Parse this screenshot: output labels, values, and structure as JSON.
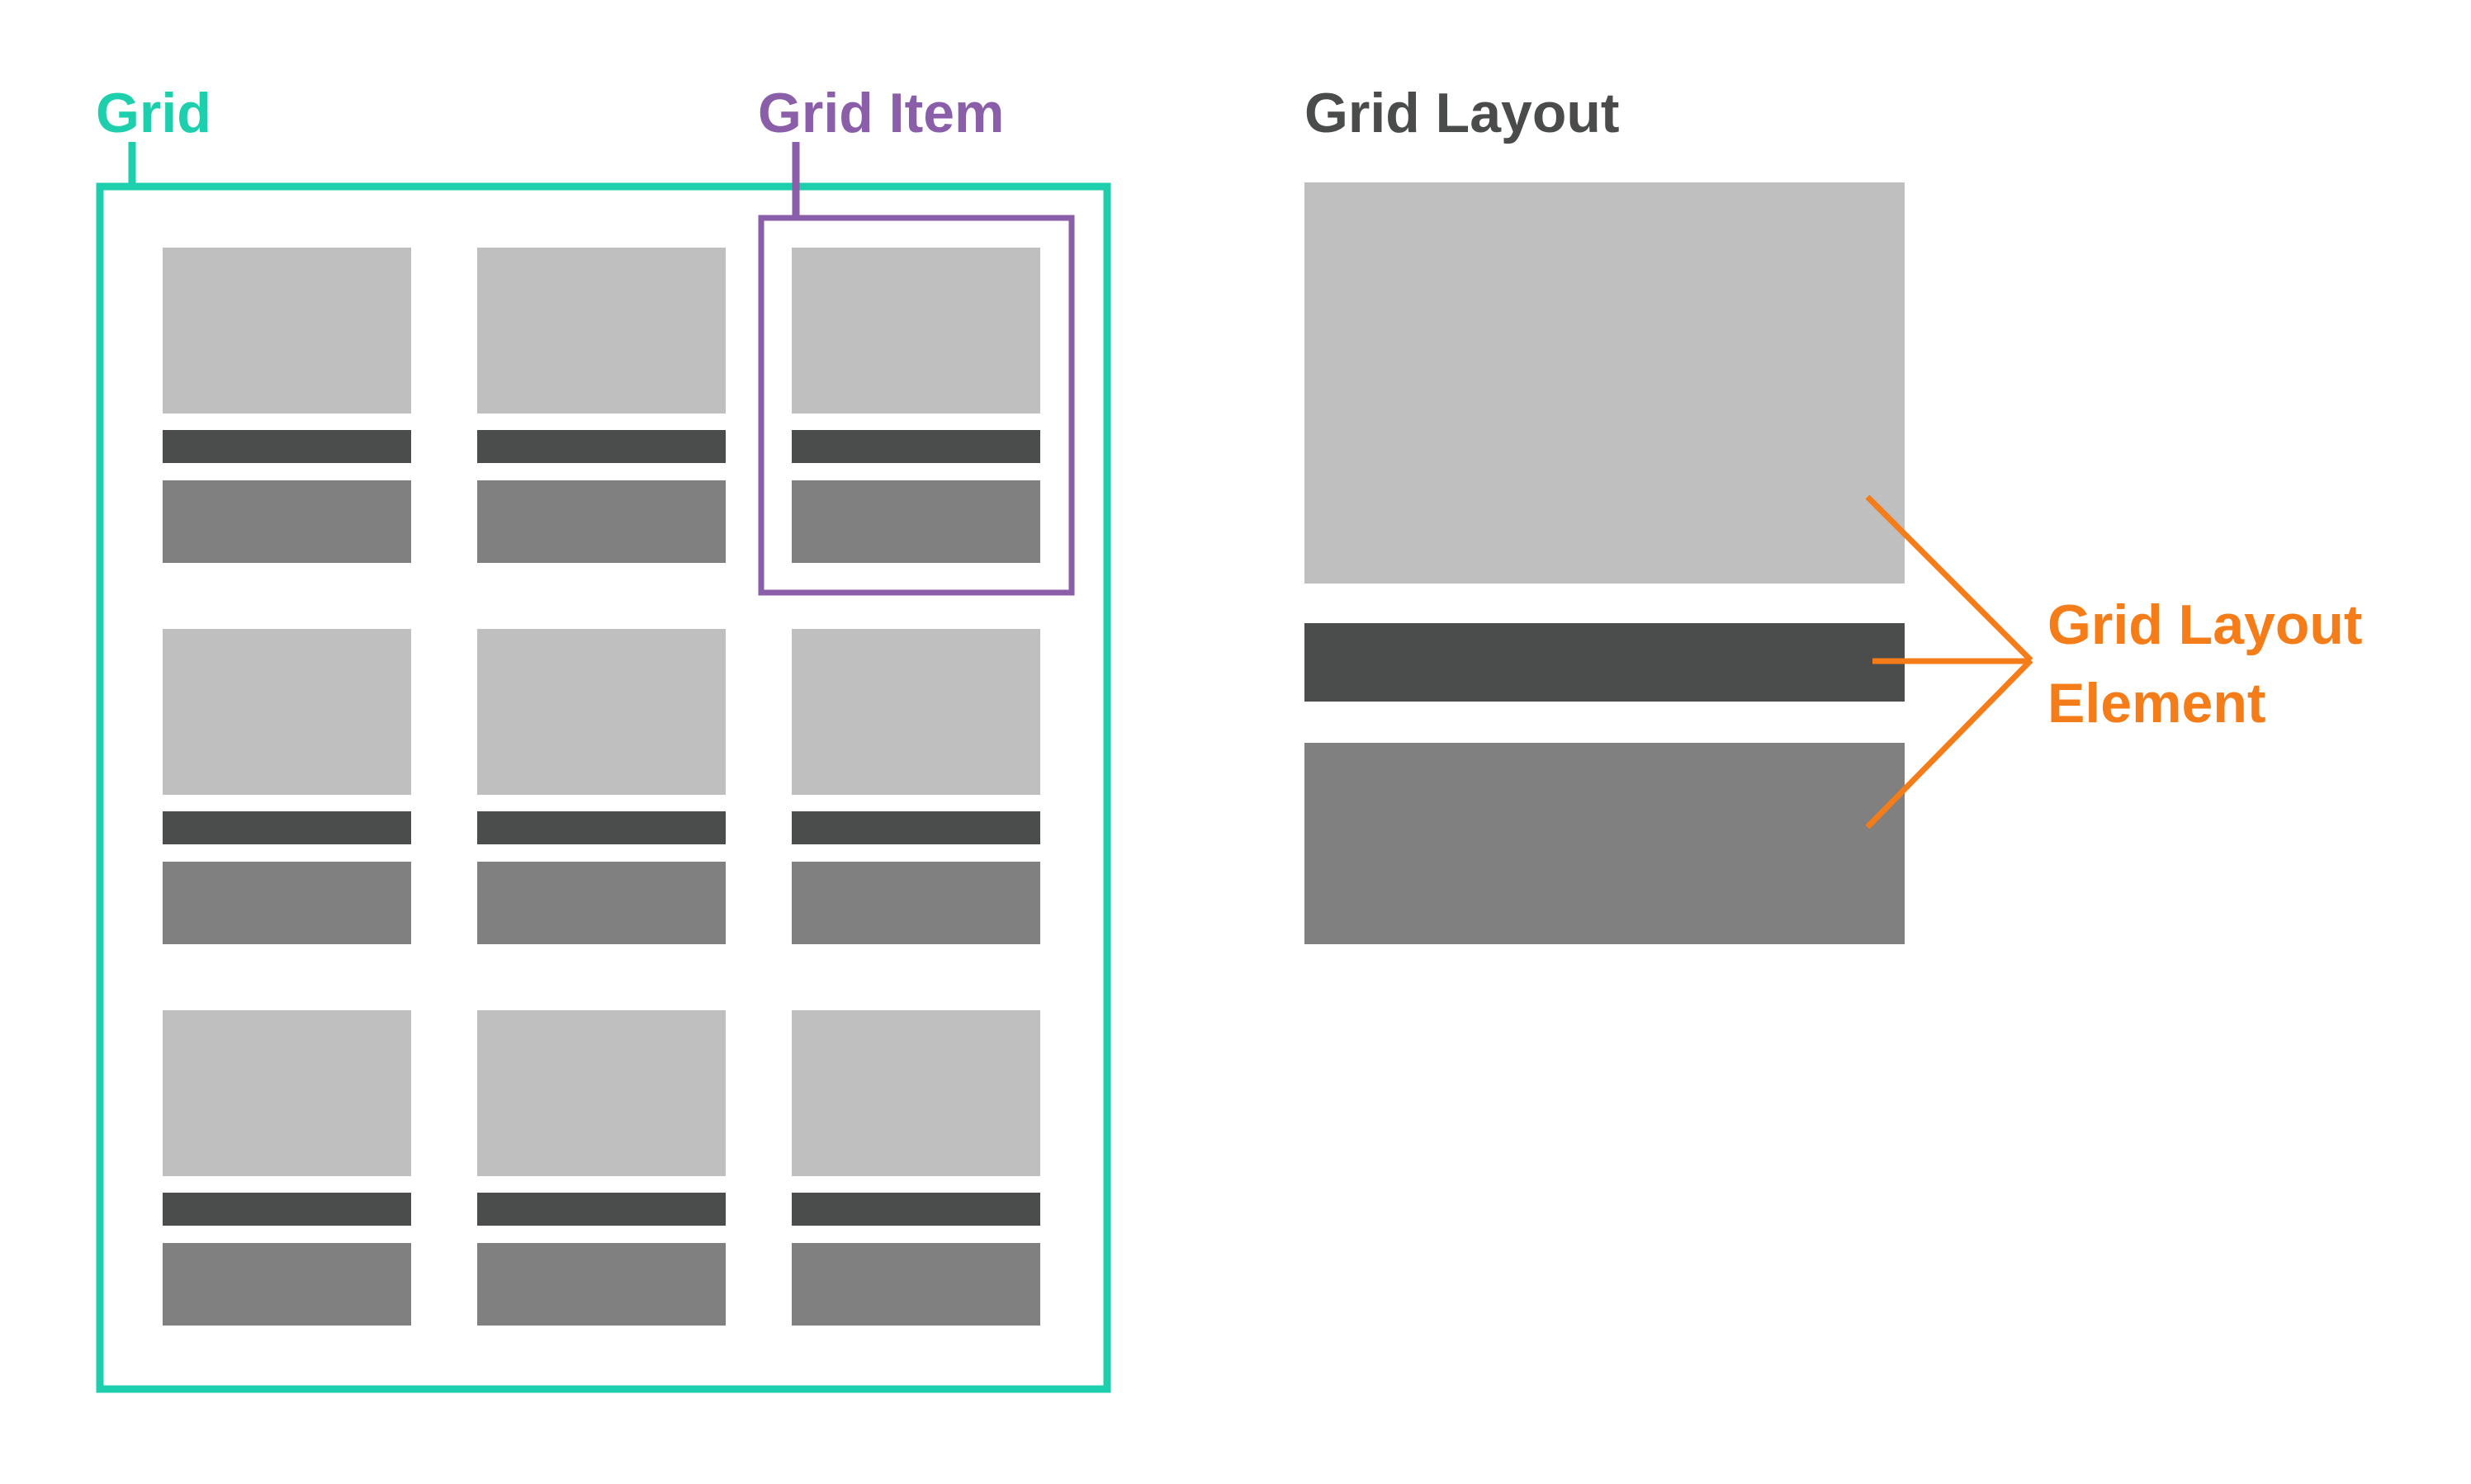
{
  "labels": {
    "grid": "Grid",
    "grid_item": "Grid Item",
    "grid_layout": "Grid Layout",
    "grid_layout_element_line1": "Grid Layout",
    "grid_layout_element_line2": "Element"
  },
  "grid": {
    "rows": 3,
    "columns": 3,
    "highlighted_item": {
      "row": 1,
      "column": 3
    }
  },
  "colors": {
    "grid_outline": "#1ecfad",
    "grid_item_outline": "#8a5ea8",
    "grid_layout_title": "#4a4b4b",
    "grid_layout_element": "#f47c19",
    "image_block": "#bebfbe",
    "title_bar": "#4b4c4c",
    "text_block": "#808080"
  }
}
